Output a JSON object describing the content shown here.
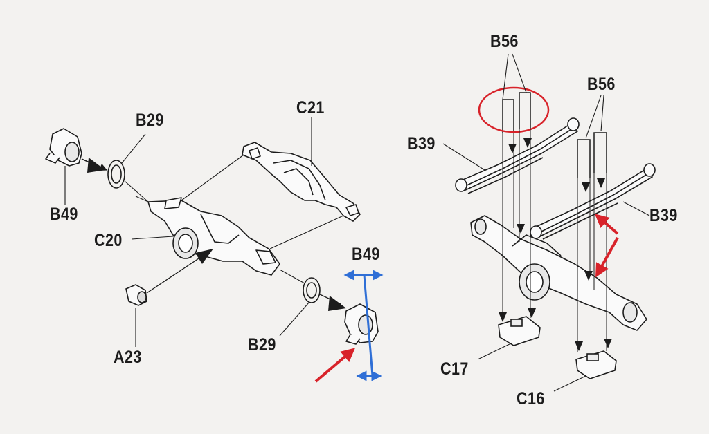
{
  "labels": {
    "b49_top_left": "B49",
    "b29_top": "B29",
    "c21": "C21",
    "c20": "C20",
    "a23": "A23",
    "b49_right": "B49",
    "b29_bottom": "B29",
    "b56_left": "B56",
    "b56_right": "B56",
    "b39_left": "B39",
    "b39_right": "B39",
    "c17": "C17",
    "c16": "C16"
  },
  "colors": {
    "ink": "#1c1c1c",
    "annotation_red": "#d8232a",
    "annotation_blue": "#2f6fd6",
    "paper": "#f3f2f0"
  },
  "icons": {
    "assembly_arrow": "filled-triangle-arrow",
    "callout": "leader-line"
  }
}
